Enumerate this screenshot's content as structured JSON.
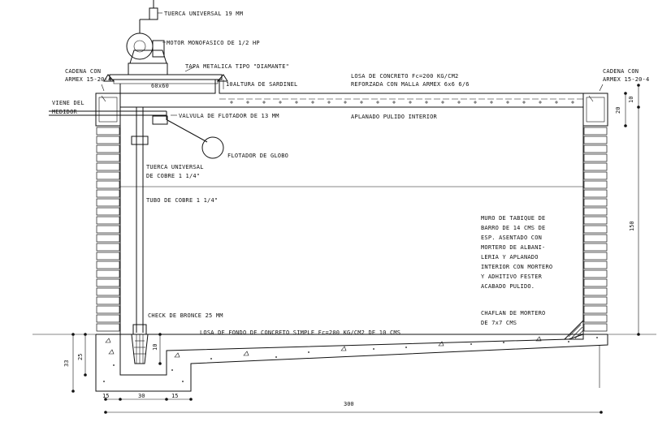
{
  "labels": {
    "tuerca_universal_top": "TUERCA UNIVERSAL 19 MM",
    "motor": "MOTOR MONOFASICO DE 1/2 HP",
    "tapa": "TAPA METALICA TIPO \"DIAMANTE\"",
    "tapa_size": "60x60",
    "altura_sardinel": "ALTURA DE SARDINEL",
    "altura_sardinel_num": "10",
    "losa_line1": "LOSA DE CONCRETO Fc=200 KG/CM2",
    "losa_line2": "REFORZADA CON MALLA ARMEX 6x6 6/6",
    "aplanado": "APLANADO PULIDO INTERIOR",
    "cadena_left_1": "CADENA CON",
    "cadena_left_2": "ARMEX 15-20-4",
    "cadena_right_1": "CADENA CON",
    "cadena_right_2": "ARMEX 15-20-4",
    "viene_1": "VIENE DEL",
    "viene_2": "MEDIDOR",
    "valvula": "VALVULA DE FLOTADOR DE 13 MM",
    "flotador": "FLOTADOR DE GLOBO",
    "tuerca_cobre_1": "TUERCA UNIVERSAL",
    "tuerca_cobre_2": "DE COBRE 1 1/4\"",
    "tubo_cobre": "TUBO DE COBRE 1 1/4\"",
    "muro_lines": [
      "MURO DE TABIQUE DE",
      "BARRO DE 14 CMS DE",
      "ESP. ASENTADO CON",
      "MORTERO DE ALBANI-",
      "LERIA Y APLANADO",
      "INTERIOR CON MORTERO",
      "Y ADHITIVO FESTER",
      "ACABADO PULIDO."
    ],
    "check": "CHECK DE BRONCE 25 MM",
    "chaflan_1": "CHAFLAN DE MORTERO",
    "chaflan_2": "DE 7x7 CMS",
    "losa_fondo": "LOSA DE FONDO DE CONCRETO SIMPLE Fc=200 KG/CM2 DE 10 CMS"
  },
  "dims": {
    "d20": "20",
    "d10_right": "10",
    "d150": "150",
    "d33": "33",
    "d25": "25",
    "d10_pit": "10",
    "d15a": "15",
    "d30": "30",
    "d15b": "15",
    "d300": "300"
  }
}
